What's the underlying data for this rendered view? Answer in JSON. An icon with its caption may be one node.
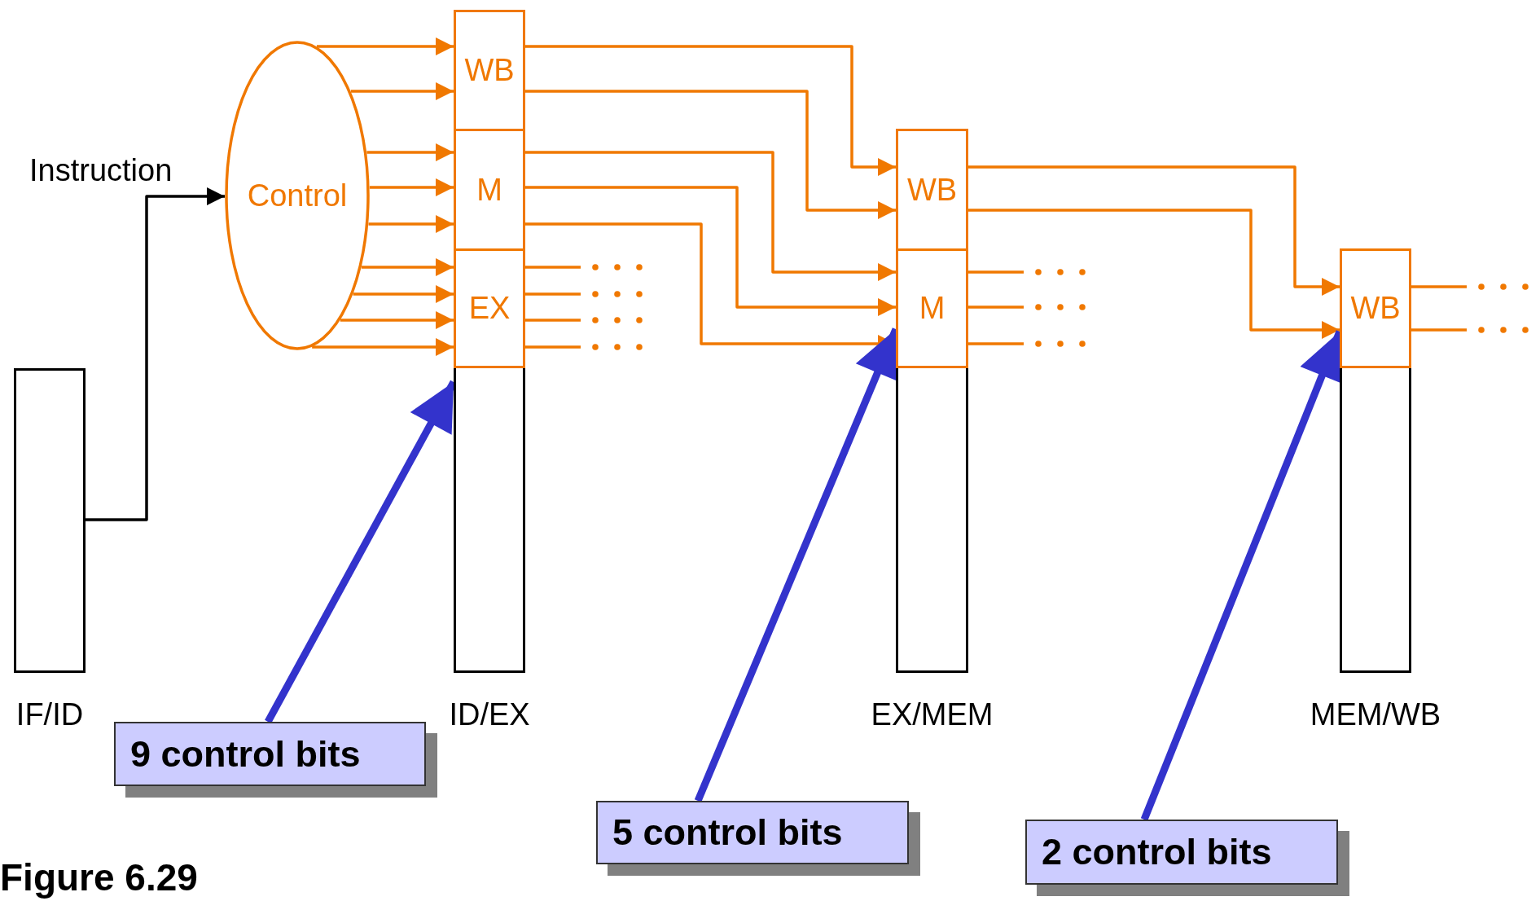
{
  "diagram": {
    "caption": "Figure 6.29",
    "nodes": [
      {
        "text": [],
        "shape": "box",
        "beside": [
          "IF/ID"
        ]
      },
      {
        "text": [
          "Control"
        ]
      },
      {
        "text": [],
        "shape": "box",
        "beside": [
          "ID/EX"
        ]
      },
      {
        "text": [
          "WB"
        ],
        "in": 2
      },
      {
        "text": [
          "M"
        ],
        "in": 2
      },
      {
        "text": [
          "EX"
        ],
        "in": 2
      },
      {
        "text": [],
        "shape": "box",
        "beside": [
          "EX/MEM"
        ]
      },
      {
        "text": [
          "WB"
        ],
        "in": 6
      },
      {
        "text": [
          "M"
        ],
        "in": 6
      },
      {
        "text": [],
        "shape": "box",
        "beside": [
          "MEM/WB"
        ]
      },
      {
        "text": [
          "WB"
        ],
        "in": 9
      },
      {
        "text": [
          "9 control bits"
        ]
      },
      {
        "text": [
          "5 control bits"
        ]
      },
      {
        "text": [
          "2 control bits"
        ]
      }
    ],
    "edges": [
      {
        "from": 0,
        "to": 1,
        "arrow": "to",
        "label": "Instruction",
        "color": "#000000"
      },
      {
        "from": 1,
        "to": 3,
        "arrow": "to"
      },
      {
        "from": 1,
        "to": 3,
        "arrow": "to"
      },
      {
        "from": 1,
        "to": 4,
        "arrow": "to"
      },
      {
        "from": 1,
        "to": 4,
        "arrow": "to"
      },
      {
        "from": 1,
        "to": 4,
        "arrow": "to"
      },
      {
        "from": 1,
        "to": 5,
        "arrow": "to"
      },
      {
        "from": 1,
        "to": 5,
        "arrow": "to"
      },
      {
        "from": 1,
        "to": 5,
        "arrow": "to"
      },
      {
        "from": 1,
        "to": 5,
        "arrow": "to"
      },
      {
        "from": 3,
        "to": 7,
        "arrow": "to"
      },
      {
        "from": 3,
        "to": 7,
        "arrow": "to"
      },
      {
        "from": 4,
        "to": 8,
        "arrow": "to"
      },
      {
        "from": 4,
        "to": 8,
        "arrow": "to"
      },
      {
        "from": 4,
        "to": 8,
        "arrow": "to"
      },
      {
        "from": 5,
        "to": null,
        "arrow": "none"
      },
      {
        "from": 5,
        "to": null,
        "arrow": "none"
      },
      {
        "from": 5,
        "to": null,
        "arrow": "none"
      },
      {
        "from": 5,
        "to": null,
        "arrow": "none"
      },
      {
        "from": 7,
        "to": 10,
        "arrow": "to"
      },
      {
        "from": 7,
        "to": 10,
        "arrow": "to"
      },
      {
        "from": 8,
        "to": null,
        "arrow": "none"
      },
      {
        "from": 8,
        "to": null,
        "arrow": "none"
      },
      {
        "from": 8,
        "to": null,
        "arrow": "none"
      },
      {
        "from": 10,
        "to": null,
        "arrow": "none"
      },
      {
        "from": 10,
        "to": null,
        "arrow": "none"
      },
      {
        "from": 11,
        "to": 2,
        "arrow": "to",
        "style": "thick",
        "color": "#3333cc"
      },
      {
        "from": 12,
        "to": 6,
        "arrow": "to",
        "style": "thick",
        "color": "#3333cc"
      },
      {
        "from": 13,
        "to": 9,
        "arrow": "to",
        "style": "thick",
        "color": "#3333cc"
      }
    ]
  }
}
